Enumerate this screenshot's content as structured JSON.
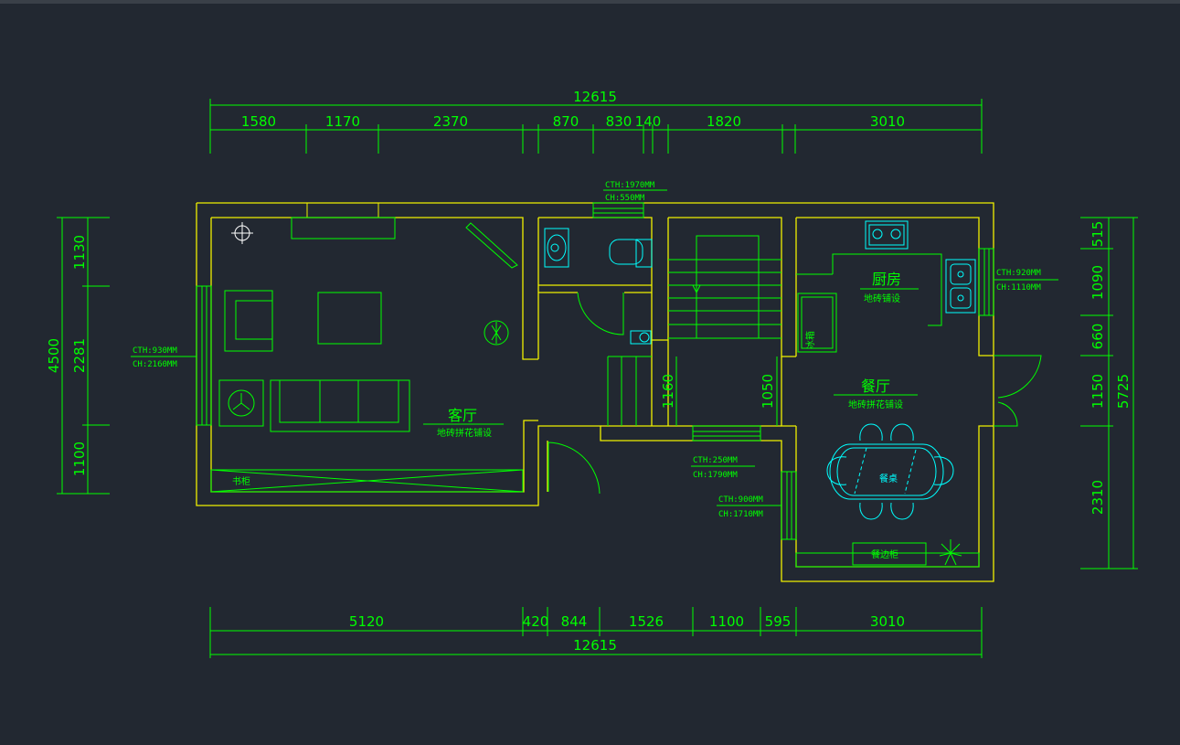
{
  "colors": {
    "background": "#222831",
    "wall": "#f0f000",
    "dimension": "#00ff00",
    "furniture": "#00ff00",
    "fixture": "#00ffff",
    "note": "#00ff00"
  },
  "dimensions": {
    "top_total": "12615",
    "top_segments": [
      "1580",
      "1170",
      "2370",
      "870",
      "830",
      "140",
      "1820",
      "3010"
    ],
    "bottom_total": "12615",
    "bottom_segments": [
      "5120",
      "420",
      "844",
      "1526",
      "1100",
      "595",
      "3010"
    ],
    "left_total": "4500",
    "left_segments": [
      "1130",
      "2281",
      "1100"
    ],
    "right_total": "5725",
    "right_segments": [
      "515",
      "1090",
      "660",
      "1150",
      "2310"
    ],
    "inner_1160": "1160",
    "inner_1050": "1050"
  },
  "rooms": {
    "living_name": "客厅",
    "living_floor": "地砖拼花铺设",
    "kitchen_name": "厨房",
    "kitchen_floor": "地砖铺设",
    "dining_name": "餐厅",
    "dining_floor": "地砖拼花铺设",
    "bookcase": "书柜",
    "dining_table": "餐桌",
    "sideboard": "餐边柜",
    "fridge": "冰箱"
  },
  "notes": {
    "top_window_cth": "CTH:1970MM",
    "top_window_ch": "CH:550MM",
    "left_window_cth": "CTH:930MM",
    "left_window_ch": "CH:2160MM",
    "kitchen_window_cth": "CTH:920MM",
    "kitchen_window_ch": "CH:1110MM",
    "stair_window_cth": "CTH:250MM",
    "stair_window_ch": "CH:1790MM",
    "dining_window_cth": "CTH:900MM",
    "dining_window_ch": "CH:1710MM"
  }
}
